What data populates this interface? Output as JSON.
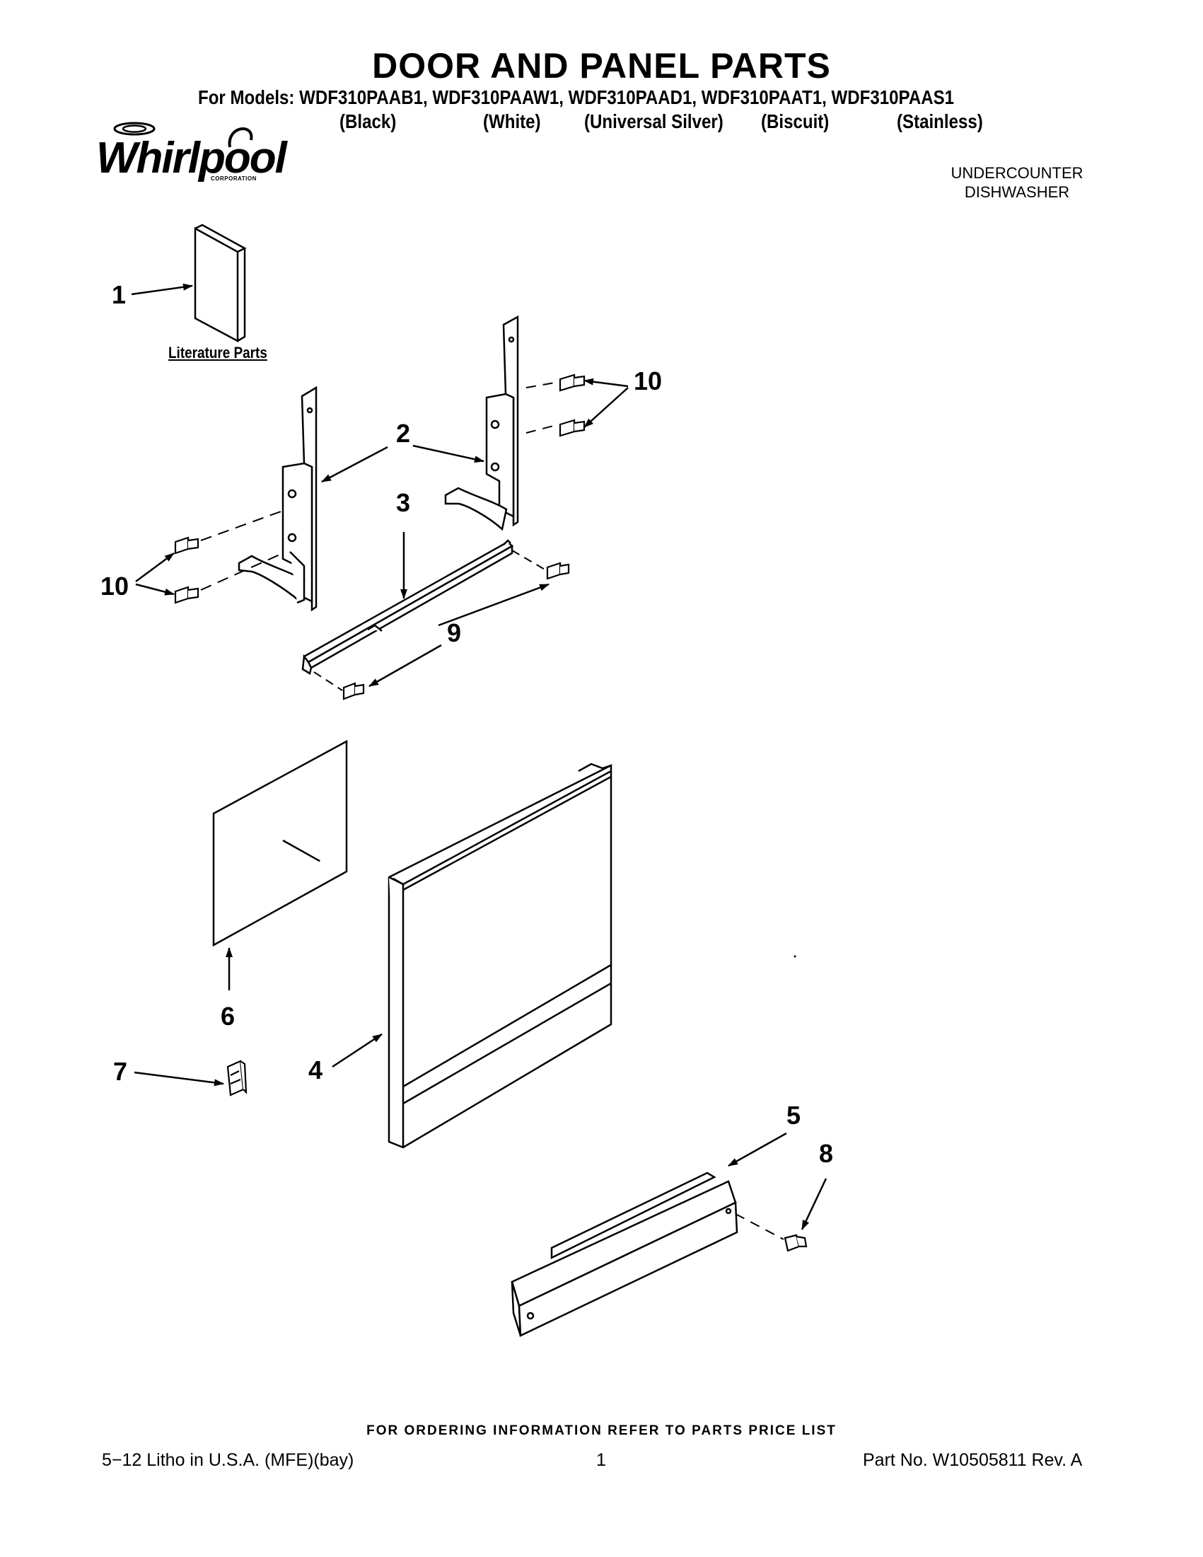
{
  "header": {
    "title": "DOOR AND PANEL PARTS",
    "models_line": "For Models: WDF310PAAB1, WDF310PAAW1, WDF310PAAD1, WDF310PAAT1, WDF310PAAS1",
    "colors": [
      "(Black)",
      "(White)",
      "(Universal Silver)",
      "(Biscuit)",
      "(Stainless)"
    ],
    "brand": "Whirlpool",
    "brand_sub": "CORPORATION",
    "appliance_type_line1": "UNDERCOUNTER",
    "appliance_type_line2": "DISHWASHER"
  },
  "diagram": {
    "literature_label": "Literature Parts",
    "callouts": {
      "c1": "1",
      "c2": "2",
      "c3": "3",
      "c4": "4",
      "c5": "5",
      "c6": "6",
      "c7": "7",
      "c8": "8",
      "c9": "9",
      "c10a": "10",
      "c10b": "10"
    }
  },
  "footer": {
    "ordering_note": "FOR ORDERING INFORMATION REFER TO PARTS PRICE LIST",
    "litho": "5−12 Litho in U.S.A. (MFE)(bay)",
    "page_number": "1",
    "part_number": "Part No. W10505811 Rev. A"
  }
}
